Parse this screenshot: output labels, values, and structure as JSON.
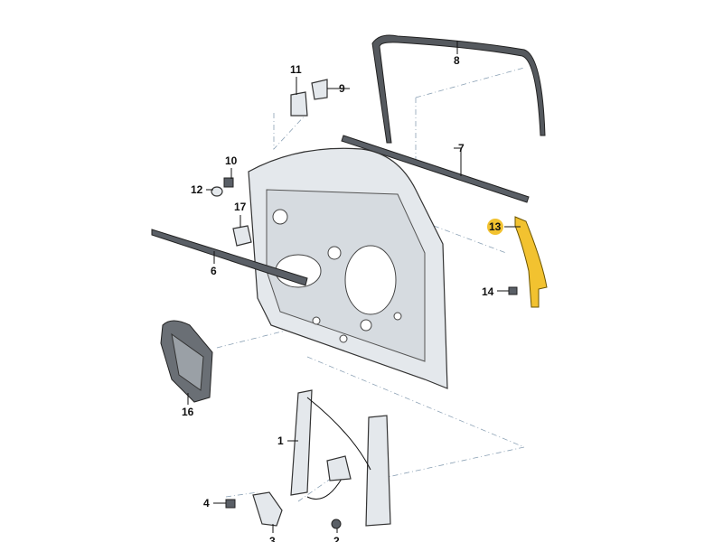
{
  "diagram": {
    "highlight_color": "#f2c230",
    "part_color": "#e4e8ec",
    "labels": {
      "p1": "1",
      "p2": "2",
      "p3": "3",
      "p4": "4",
      "p6": "6",
      "p7": "7",
      "p8": "8",
      "p9": "9",
      "p10": "10",
      "p11": "11",
      "p12": "12",
      "p13": "13",
      "p14": "14",
      "p16": "16",
      "p17": "17"
    }
  }
}
